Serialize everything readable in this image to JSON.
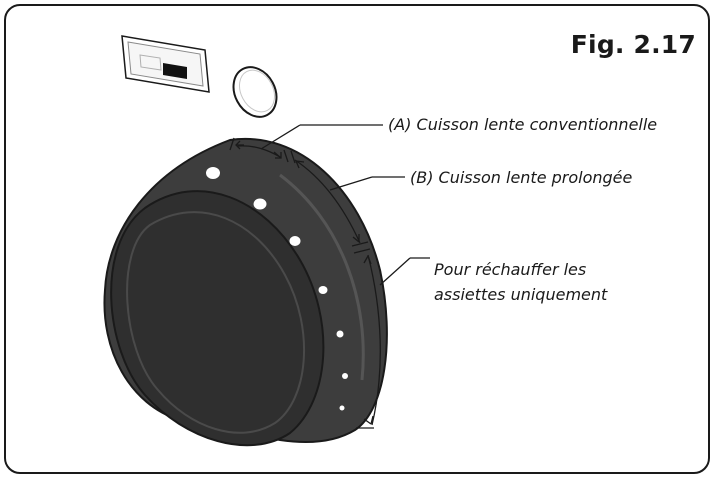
{
  "figure": {
    "title": "Fig. 2.17"
  },
  "labels": {
    "a": "(A) Cuisson lente conventionnelle",
    "b": "(B) Cuisson lente prolongée",
    "c_line1": "Pour réchauffer les",
    "c_line2": "assiettes uniquement"
  },
  "colors": {
    "knob_body": "#3d3d3d",
    "knob_face": "#2f2f2f",
    "outline": "#1a1a1a",
    "dots": "#ffffff"
  }
}
